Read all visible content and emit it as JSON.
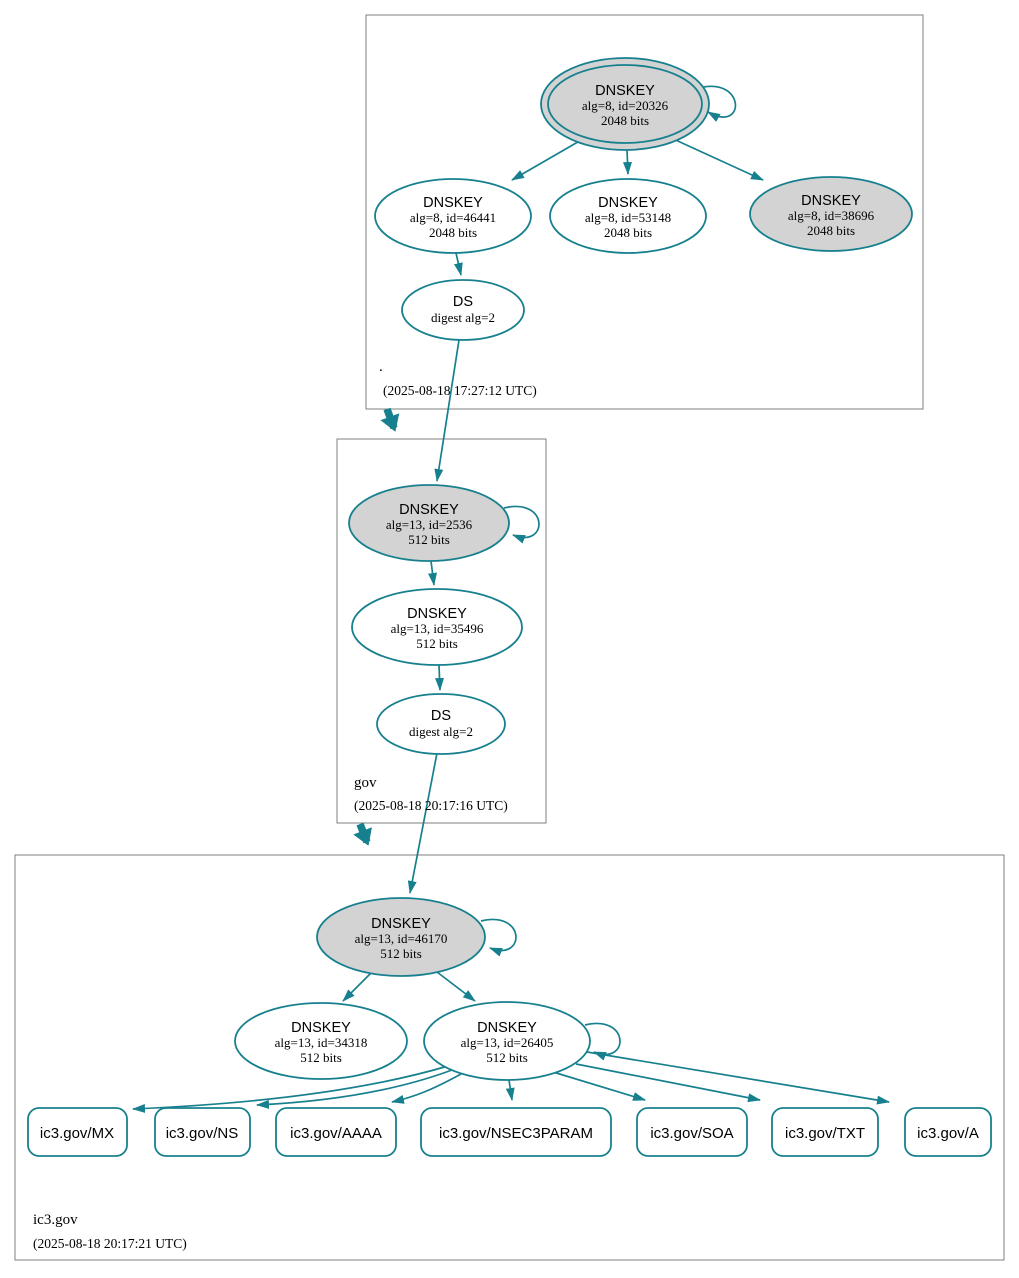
{
  "colors": {
    "edge_teal": "#17808e",
    "ksk_gray_fill": "#d3d3d3",
    "node_white_fill": "#ffffff",
    "zone_box_border": "#7f7f7f",
    "text_black": "#000000"
  },
  "zones": [
    {
      "name": ".",
      "timestamp": "(2025-08-18 17:27:12 UTC)",
      "nodes": {
        "ksk": {
          "title": "DNSKEY",
          "detail": "alg=8, id=20326",
          "bits": "2048 bits"
        },
        "zsk1": {
          "title": "DNSKEY",
          "detail": "alg=8, id=46441",
          "bits": "2048 bits"
        },
        "zsk2": {
          "title": "DNSKEY",
          "detail": "alg=8, id=53148",
          "bits": "2048 bits"
        },
        "zsk3": {
          "title": "DNSKEY",
          "detail": "alg=8, id=38696",
          "bits": "2048 bits"
        },
        "ds": {
          "title": "DS",
          "detail": "digest alg=2"
        }
      }
    },
    {
      "name": "gov",
      "timestamp": "(2025-08-18 20:17:16 UTC)",
      "nodes": {
        "ksk": {
          "title": "DNSKEY",
          "detail": "alg=13, id=2536",
          "bits": "512 bits"
        },
        "zsk": {
          "title": "DNSKEY",
          "detail": "alg=13, id=35496",
          "bits": "512 bits"
        },
        "ds": {
          "title": "DS",
          "detail": "digest alg=2"
        }
      }
    },
    {
      "name": "ic3.gov",
      "timestamp": "(2025-08-18 20:17:21 UTC)",
      "nodes": {
        "ksk": {
          "title": "DNSKEY",
          "detail": "alg=13, id=46170",
          "bits": "512 bits"
        },
        "zsk1": {
          "title": "DNSKEY",
          "detail": "alg=13, id=34318",
          "bits": "512 bits"
        },
        "zsk2": {
          "title": "DNSKEY",
          "detail": "alg=13, id=26405",
          "bits": "512 bits"
        }
      },
      "rrsets": [
        {
          "label": "ic3.gov/MX"
        },
        {
          "label": "ic3.gov/NS"
        },
        {
          "label": "ic3.gov/AAAA"
        },
        {
          "label": "ic3.gov/NSEC3PARAM"
        },
        {
          "label": "ic3.gov/SOA"
        },
        {
          "label": "ic3.gov/TXT"
        },
        {
          "label": "ic3.gov/A"
        }
      ]
    }
  ]
}
